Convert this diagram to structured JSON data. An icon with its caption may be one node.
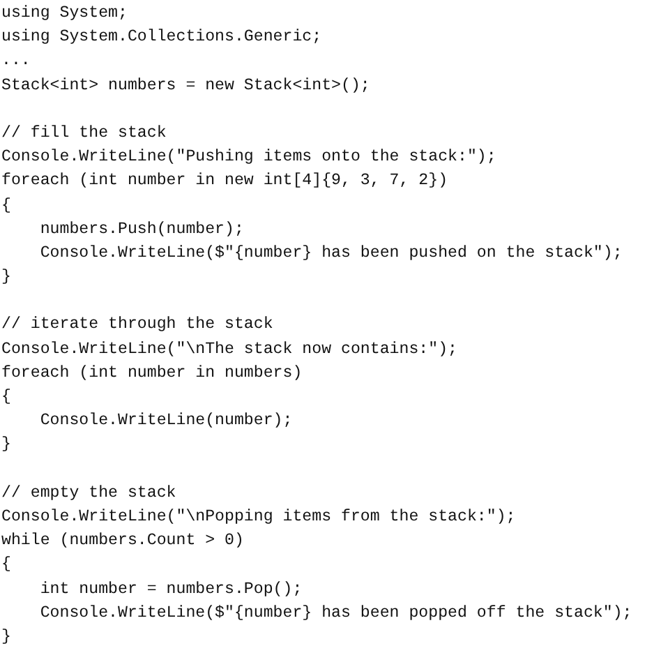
{
  "diagram": {
    "labels": [
      "using System;",
      "using System.Collections.Generic;",
      "...",
      "Stack<int> numbers = new Stack<int>();",
      "// fill the stack",
      "Console.WriteLine(\"Pushing items onto the stack:\");",
      "foreach (int number in new int[4]{9, 3, 7, 2})",
      "{",
      "    numbers.Push(number);",
      "    Console.WriteLine($\"{number} has been pushed on the stack\");",
      "}",
      "// iterate through the stack",
      "Console.WriteLine(\"\\nThe stack now contains:\");",
      "foreach (int number in numbers)",
      "{",
      "    Console.WriteLine(number);",
      "}",
      "// empty the stack",
      "Console.WriteLine(\"\\nPopping items from the stack:\");",
      "while (numbers.Count > 0)",
      "{",
      "    int number = numbers.Pop();",
      "    Console.WriteLine($\"{number} has been popped off the stack\");",
      "}"
    ]
  }
}
